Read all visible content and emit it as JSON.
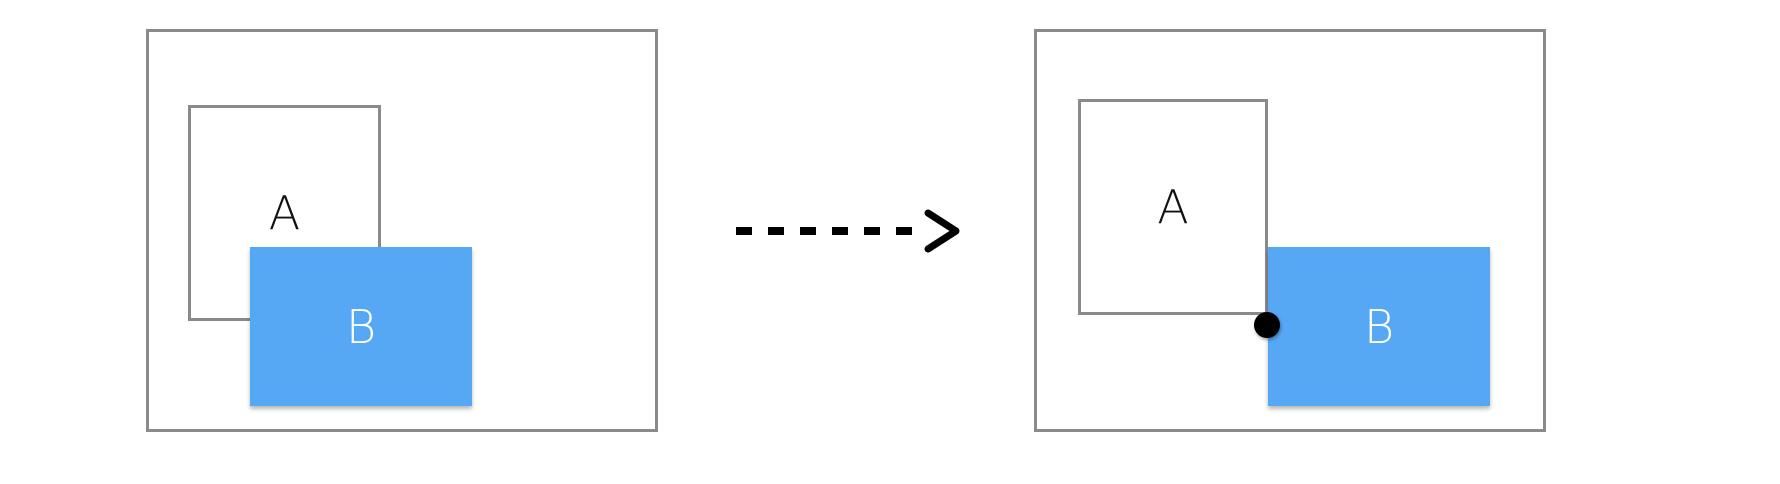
{
  "colors": {
    "frame_border": "#8a8a8e",
    "box_b_fill": "#56a8f5",
    "arrow": "#000000",
    "dot": "#000000"
  },
  "before": {
    "box_a_label": "A",
    "box_b_label": "B"
  },
  "after": {
    "box_a_label": "A",
    "box_b_label": "B"
  },
  "icons": {
    "transition_arrow": "dashed-right-arrow-icon",
    "anchor_dot": "anchor-point-icon"
  }
}
